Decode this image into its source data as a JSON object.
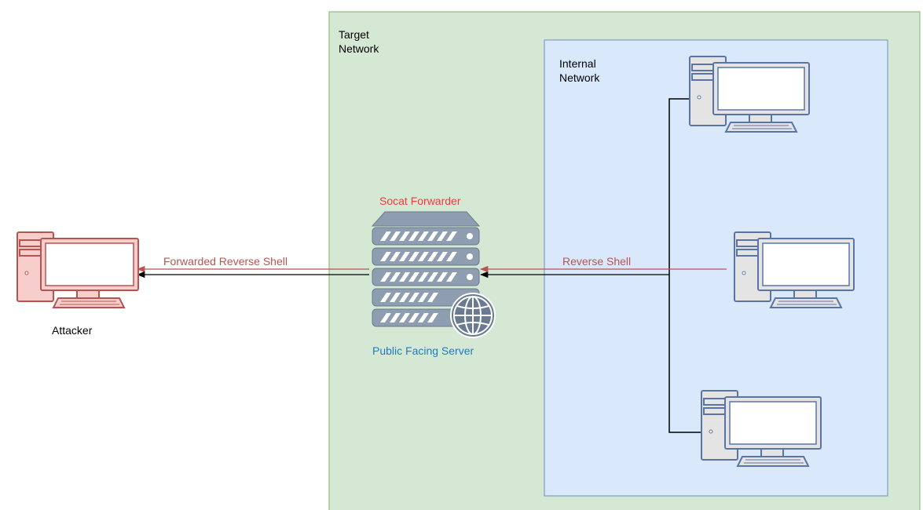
{
  "diagram": {
    "target_network": {
      "label": "Target\nNetwork",
      "fill": "#d5e8d4",
      "stroke": "#82b366"
    },
    "internal_network": {
      "label": "Internal\nNetwork",
      "fill": "#dae8fc",
      "stroke": "#6c8ebf"
    },
    "attacker": {
      "label": "Attacker",
      "color": "#b85450",
      "fill": "#f8cecc",
      "label_color": "#000000"
    },
    "server": {
      "top_label": "Socat Forwarder",
      "top_label_color": "#ea3e3e",
      "bottom_label": "Public Facing Server",
      "bottom_label_color": "#1f7ac9",
      "icon_fill": "#8e9db0",
      "icon_stroke": "#6a7a91"
    },
    "hosts": {
      "count": 3,
      "monitor_fill": "#e4e4e4",
      "stroke": "#5b74a8"
    },
    "edges": {
      "reverse_shell": {
        "label": "Reverse Shell",
        "color": "#b85450"
      },
      "forwarded_reverse_shell": {
        "label": "Forwarded Reverse Shell",
        "color": "#b85450"
      },
      "network_line_color": "#000000"
    }
  }
}
